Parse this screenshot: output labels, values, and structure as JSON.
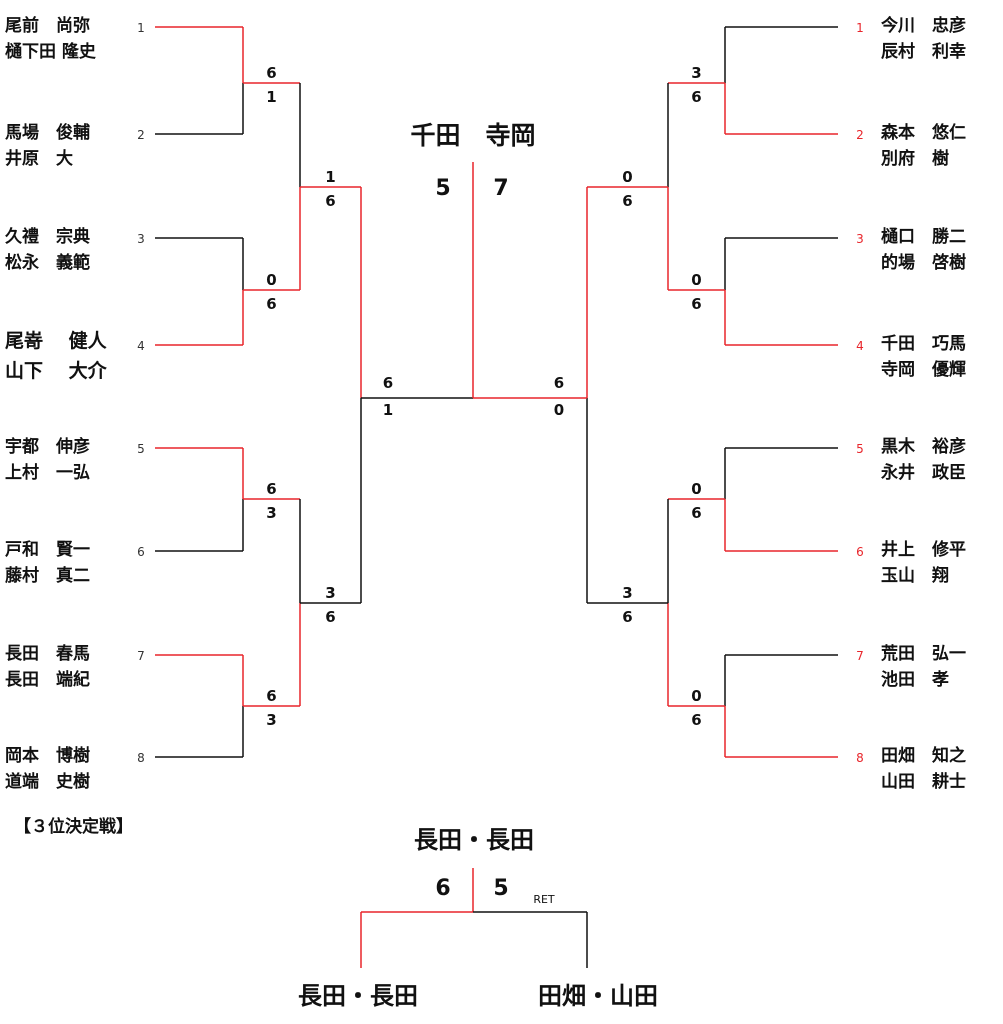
{
  "colors": {
    "winner_line": "#e8252b",
    "loser_line": "#111111",
    "seed_red": "#e8252b",
    "seed_black": "#333333"
  },
  "left": {
    "entries": [
      {
        "seed": "1",
        "p1": "尾前　尚弥",
        "p2": "樋下田 隆史",
        "won": true
      },
      {
        "seed": "2",
        "p1": "馬場　俊輔",
        "p2": "井原　大",
        "won": false
      },
      {
        "seed": "3",
        "p1": "久禮　宗典",
        "p2": "松永　義範",
        "won": false
      },
      {
        "seed": "4",
        "p1": "尾嵜　 健人",
        "p2": "山下　 大介",
        "won": true
      },
      {
        "seed": "5",
        "p1": "宇都　伸彦",
        "p2": "上村　一弘",
        "won": true
      },
      {
        "seed": "6",
        "p1": "戸和　賢一",
        "p2": "藤村　真二",
        "won": false
      },
      {
        "seed": "7",
        "p1": "長田　春馬",
        "p2": "長田　端紀",
        "won": true
      },
      {
        "seed": "8",
        "p1": "岡本　博樹",
        "p2": "道端　史樹",
        "won": false
      }
    ],
    "r1_scores": [
      [
        "6",
        "1"
      ],
      [
        "0",
        "6"
      ],
      [
        "6",
        "3"
      ],
      [
        "6",
        "3"
      ]
    ],
    "r2_scores": [
      [
        "1",
        "6"
      ],
      [
        "3",
        "6"
      ]
    ],
    "semi_score": [
      "6",
      "1"
    ]
  },
  "right": {
    "entries": [
      {
        "seed": "1",
        "p1": "今川　忠彦",
        "p2": "辰村　利幸",
        "won": false
      },
      {
        "seed": "2",
        "p1": "森本　悠仁",
        "p2": "別府　樹",
        "won": true
      },
      {
        "seed": "3",
        "p1": "樋口　勝二",
        "p2": "的場　啓樹",
        "won": false
      },
      {
        "seed": "4",
        "p1": "千田　巧馬",
        "p2": "寺岡　優輝",
        "won": true
      },
      {
        "seed": "5",
        "p1": "黒木　裕彦",
        "p2": "永井　政臣",
        "won": false
      },
      {
        "seed": "6",
        "p1": "井上　修平",
        "p2": "玉山　翔",
        "won": true
      },
      {
        "seed": "7",
        "p1": "荒田　弘一",
        "p2": "池田　孝",
        "won": false
      },
      {
        "seed": "8",
        "p1": "田畑　知之",
        "p2": "山田　耕士",
        "won": true
      }
    ],
    "r1_scores": [
      [
        "3",
        "6"
      ],
      [
        "0",
        "6"
      ],
      [
        "0",
        "6"
      ],
      [
        "0",
        "6"
      ]
    ],
    "r2_scores": [
      [
        "0",
        "6"
      ],
      [
        "3",
        "6"
      ]
    ],
    "semi_score": [
      "6",
      "0"
    ]
  },
  "final": {
    "champion": "千田　寺岡",
    "score_left": "5",
    "score_right": "7"
  },
  "third_place": {
    "title": "【３位決定戦】",
    "winner": "長田・長田",
    "score_left": "6",
    "score_right": "5",
    "note": "RET",
    "left_pair": "長田・長田",
    "right_pair": "田畑・山田"
  }
}
